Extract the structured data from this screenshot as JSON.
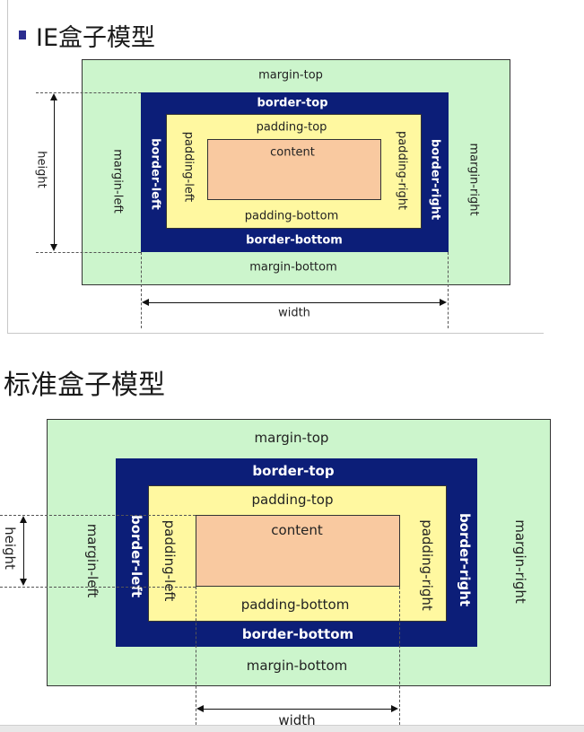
{
  "ie_model": {
    "title": "IE盒子模型",
    "margin_top": "margin-top",
    "margin_bottom": "margin-bottom",
    "margin_left": "margin-left",
    "margin_right": "margin-right",
    "border_top": "border-top",
    "border_bottom": "border-bottom",
    "border_left": "border-left",
    "border_right": "border-right",
    "padding_top": "padding-top",
    "padding_bottom": "padding-bottom",
    "padding_left": "padding-left",
    "padding_right": "padding-right",
    "content": "content",
    "height": "height",
    "width": "width"
  },
  "standard_model": {
    "title": "标准盒子模型",
    "margin_top": "margin-top",
    "margin_bottom": "margin-bottom",
    "margin_left": "margin-left",
    "margin_right": "margin-right",
    "border_top": "border-top",
    "border_bottom": "border-bottom",
    "border_left": "border-left",
    "border_right": "border-right",
    "padding_top": "padding-top",
    "padding_bottom": "padding-bottom",
    "padding_left": "padding-left",
    "padding_right": "padding-right",
    "content": "content",
    "height": "height",
    "width": "width"
  },
  "colors": {
    "margin": "#ccf5cc",
    "border": "#0c1e78",
    "padding": "#fff8a0",
    "content": "#f9c9a0",
    "bullet": "#2b2d8f"
  }
}
